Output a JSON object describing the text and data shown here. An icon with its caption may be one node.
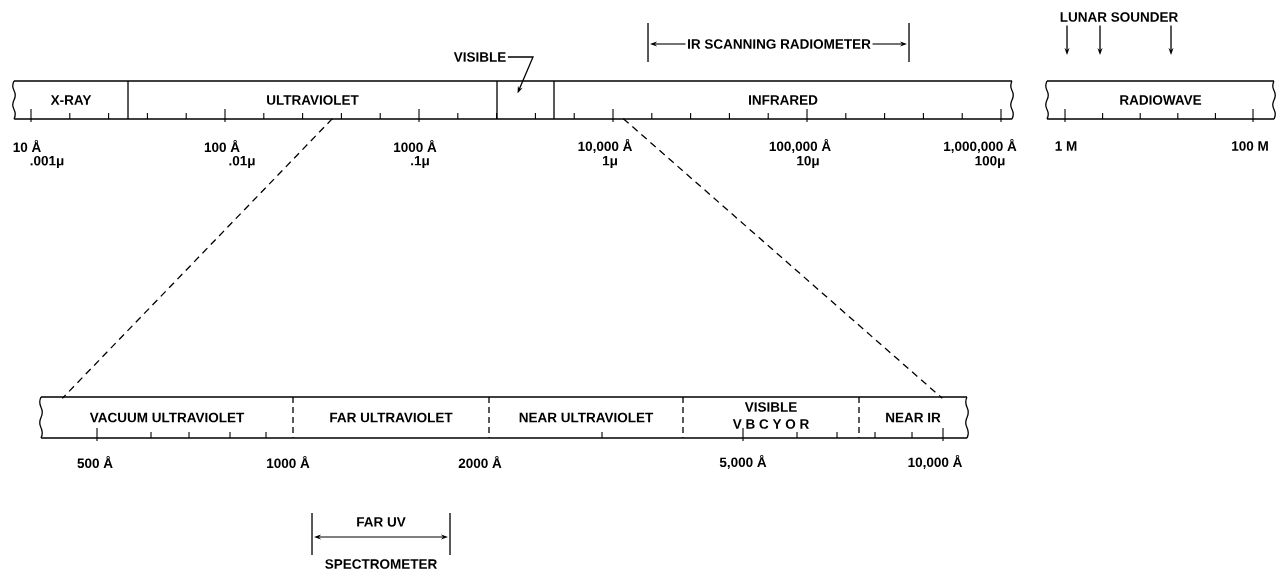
{
  "diagram": {
    "nodes": [
      {
        "text": [
          "X-RAY"
        ]
      },
      {
        "text": [
          "ULTRAVIOLET"
        ]
      },
      {
        "text": [
          "VISIBLE"
        ]
      },
      {
        "text": [],
        "shape": "box"
      },
      {
        "text": [
          "INFRARED"
        ]
      },
      {
        "text": [
          "LUNAR SOUNDER"
        ]
      },
      {
        "text": [
          "RADIOWAVE"
        ]
      },
      {
        "text": [
          "VACUUM ULTRAVIOLET"
        ]
      },
      {
        "text": [
          "FAR ULTRAVIOLET"
        ]
      },
      {
        "text": [
          "NEAR ULTRAVIOLET"
        ]
      },
      {
        "text": [
          "VISIBLE",
          "V B C Y O R"
        ]
      },
      {
        "text": [
          "NEAR IR"
        ]
      }
    ],
    "edges": [
      {
        "from": 2,
        "to": 3,
        "arrow": "to"
      },
      {
        "from": 5,
        "to": null,
        "arrow": "to"
      },
      {
        "from": 5,
        "to": null,
        "arrow": "to"
      },
      {
        "from": 5,
        "to": null,
        "arrow": "to"
      },
      {
        "from": 1,
        "to": 7,
        "arrow": "none",
        "style": "dashed"
      },
      {
        "from": 4,
        "to": 11,
        "arrow": "none",
        "style": "dashed"
      }
    ],
    "labels": [
      "IR SCANNING RADIOMETER",
      "10 Å",
      ".001μ",
      "100 Å",
      ".01μ",
      "1000 Å",
      ".1μ",
      "10,000 Å",
      "1μ",
      "100,000 Å",
      "10μ",
      "1,000,000 Å",
      "100μ",
      "1 M",
      "100 M",
      "500 Å",
      "1000 Å",
      "2000 Å",
      "5,000 Å",
      "10,000 Å",
      "FAR UV",
      "SPECTROMETER"
    ]
  }
}
